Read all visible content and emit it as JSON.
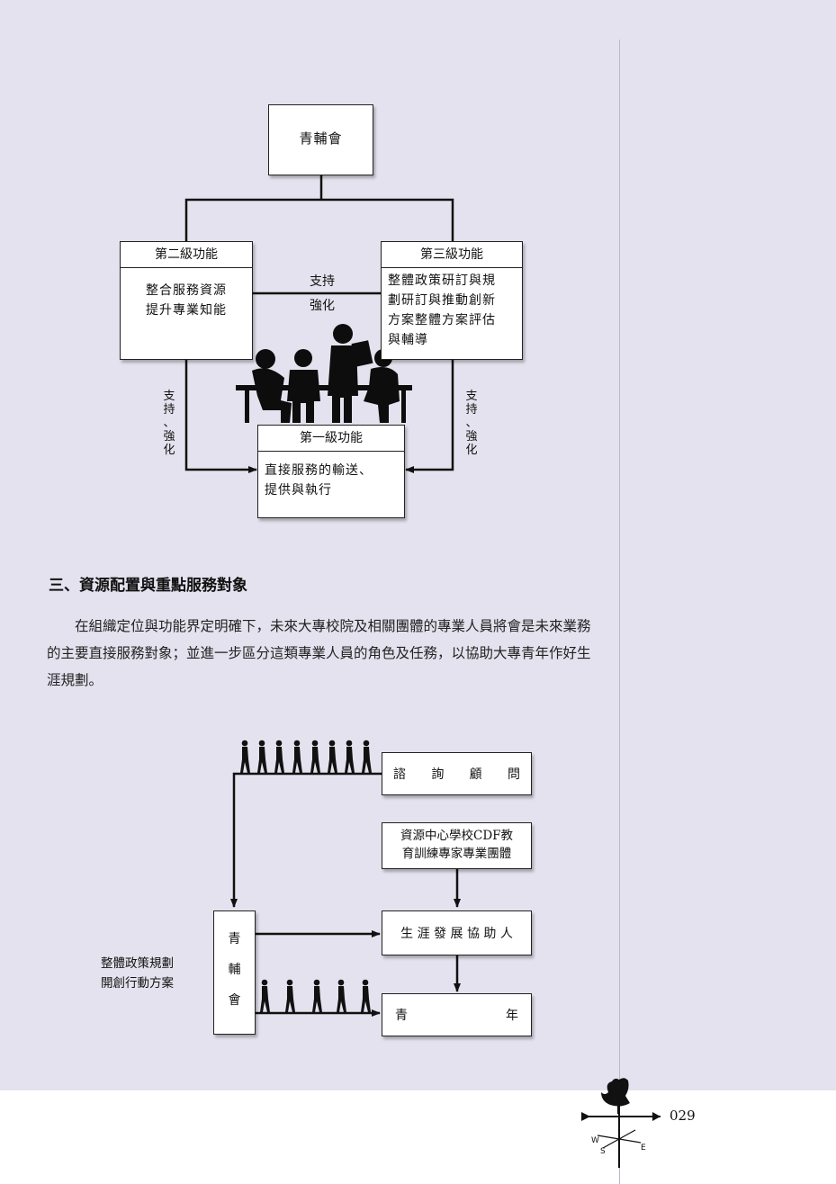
{
  "org_chart": {
    "top": "青輔會",
    "level2": {
      "title": "第二級功能",
      "line1": "整合服務資源",
      "line2": "提升專業知能"
    },
    "level3": {
      "title": "第三級功能",
      "line1": "整體政策研訂與規",
      "line2": "劃研訂與推動創新",
      "line3": "方案整體方案評估",
      "line4": "與輔導"
    },
    "level1": {
      "title": "第一級功能",
      "line1": "直接服務的輸送、",
      "line2": "提供與執行"
    },
    "mid_arrow_label_1": "支持",
    "mid_arrow_label_2": "強化",
    "left_vertical": [
      "支",
      "持",
      "、",
      "強",
      "化"
    ],
    "right_vertical": [
      "支",
      "持",
      "、",
      "強",
      "化"
    ]
  },
  "section": {
    "title": "三、資源配置與重點服務對象",
    "paragraph": "在組織定位與功能界定明確下，未來大專校院及相關團體的專業人員將會是未來業務的主要直接服務對象；並進一步區分這類專業人員的角色及任務，以協助大專青年作好生涯規劃。"
  },
  "flow_chart": {
    "consult_chars": [
      "諮",
      "詢",
      "顧",
      "問"
    ],
    "resource_line1": "資源中心學校CDF教",
    "resource_line2": "育訓練專家專業團體",
    "career_helper": "生 涯 發 展 協 助 人",
    "youth_chars": [
      "青",
      "年"
    ],
    "council_chars": [
      "青",
      "輔",
      "會"
    ],
    "side_line1": "整體政策規劃",
    "side_line2": "開創行動方案"
  },
  "footer": {
    "page_number": "029",
    "compass": [
      "W",
      "S",
      "E"
    ]
  }
}
